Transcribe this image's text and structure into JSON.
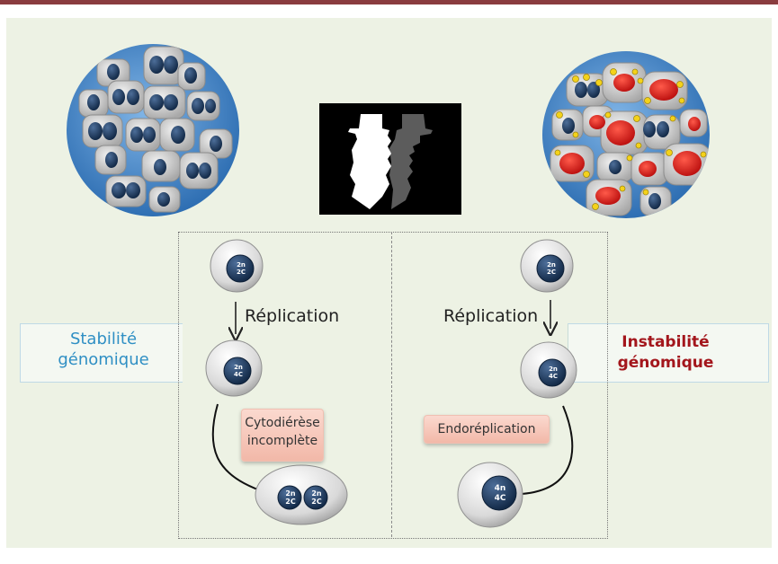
{
  "labels": {
    "stable_line1": "Stabilité",
    "stable_line2": "génomique",
    "unstable_line1": "Instabilité",
    "unstable_line2": "génomique",
    "replication_left": "Réplication",
    "replication_right": "Réplication",
    "cytodierese_line1": "Cytodiérèse",
    "cytodierese_line2": "incomplète",
    "endoreplication": "Endoréplication"
  },
  "nuclei": {
    "left_top_a": "2n",
    "left_top_b": "2C",
    "left_mid_a": "2n",
    "left_mid_b": "4C",
    "left_bot1_a": "2n",
    "left_bot1_b": "2C",
    "left_bot2_a": "2n",
    "left_bot2_b": "2C",
    "right_top_a": "2n",
    "right_top_b": "2C",
    "right_mid_a": "2n",
    "right_mid_b": "4C",
    "right_bot_a": "4n",
    "right_bot_b": "4C"
  },
  "colors": {
    "stable": "#2f8fc4",
    "unstable": "#a3161c",
    "panel": "#edf2e4",
    "tissue": "#4a86c8",
    "nucleus": "#1d3a5e"
  }
}
